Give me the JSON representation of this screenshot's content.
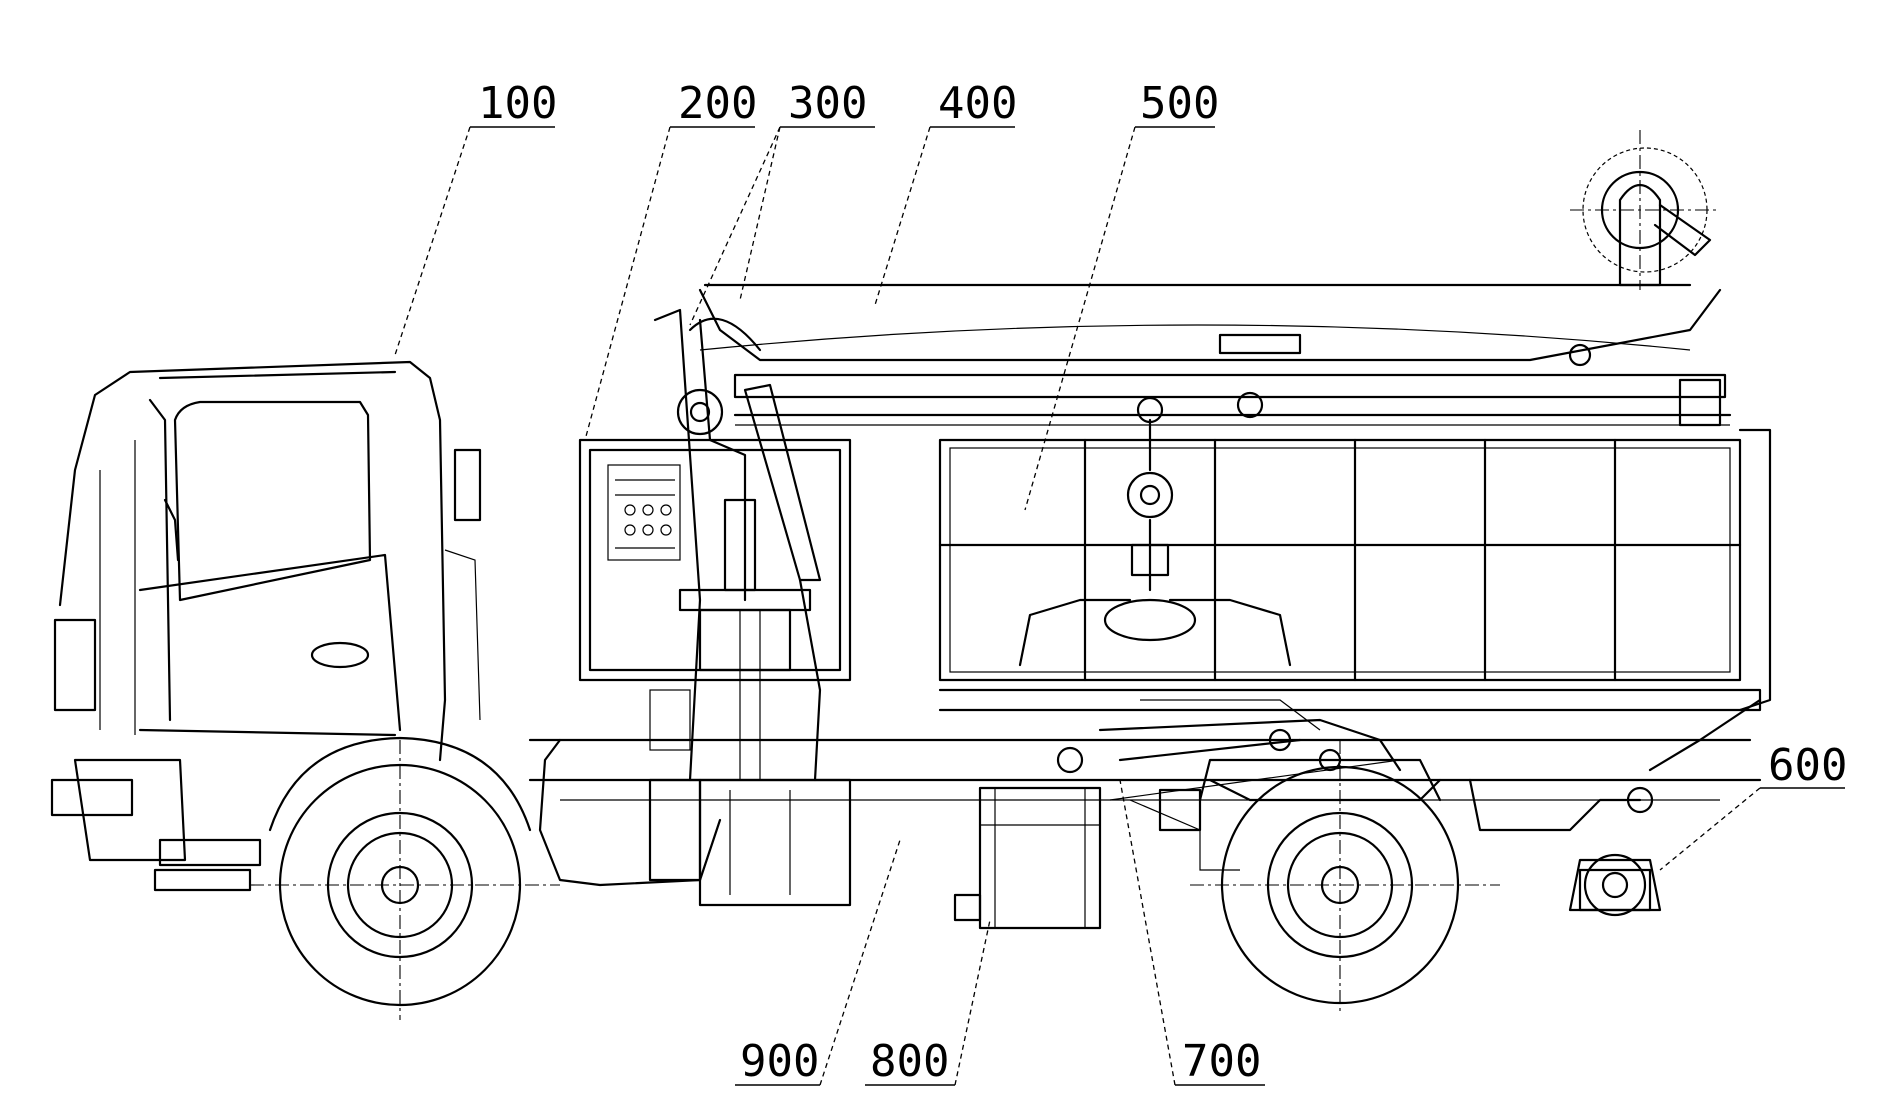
{
  "labels": {
    "cab": "100",
    "control_box": "200",
    "crane_arm": "300",
    "boom_beam": "400",
    "grab_container": "500",
    "rear_device": "600",
    "transmission": "700",
    "tank": "800",
    "frame": "900"
  }
}
